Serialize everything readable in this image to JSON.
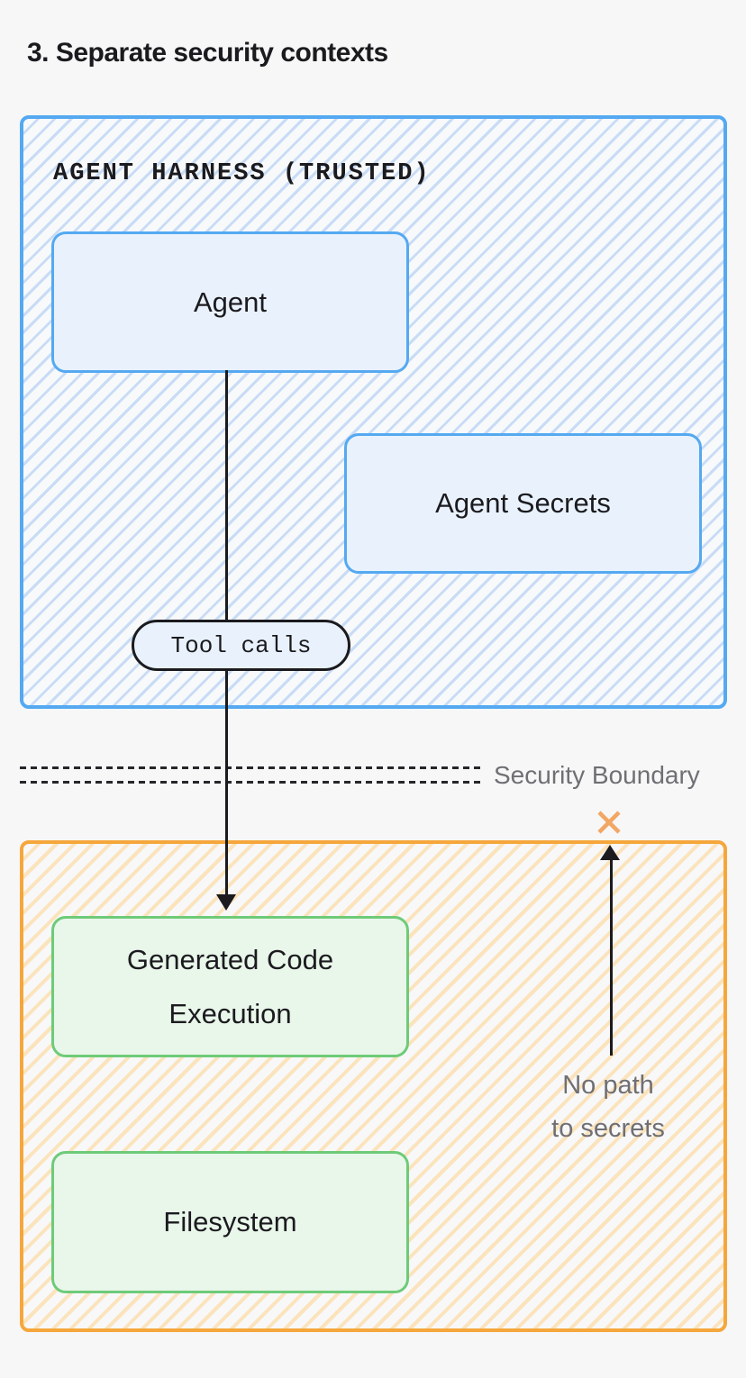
{
  "page": {
    "title": "3. Separate security contexts",
    "background_color": "#f7f7f8"
  },
  "trusted_zone": {
    "label": "AGENT HARNESS (TRUSTED)",
    "border_color": "#55a9f1",
    "hatch_color": "#c9dcf5",
    "node_fill_color": "#e9f2fc",
    "agent_node_label": "Agent",
    "secrets_node_label": "Agent Secrets",
    "edge_pill_label": "Tool calls"
  },
  "boundary": {
    "label": "Security Boundary",
    "label_color": "#6f6f74",
    "style": "double dashed line"
  },
  "untrusted_zone": {
    "border_color": "#f5a73c",
    "hatch_color": "#fbe3bc",
    "node_fill_color": "#e9f6ea",
    "node_border_color": "#6ecb79",
    "generated_code_node_line1": "Generated Code",
    "generated_code_node_line2": "Execution",
    "filesystem_node_label": "Filesystem",
    "no_path_line1": "No path",
    "no_path_line2": "to secrets",
    "blocked_x_color": "#f2a765"
  }
}
